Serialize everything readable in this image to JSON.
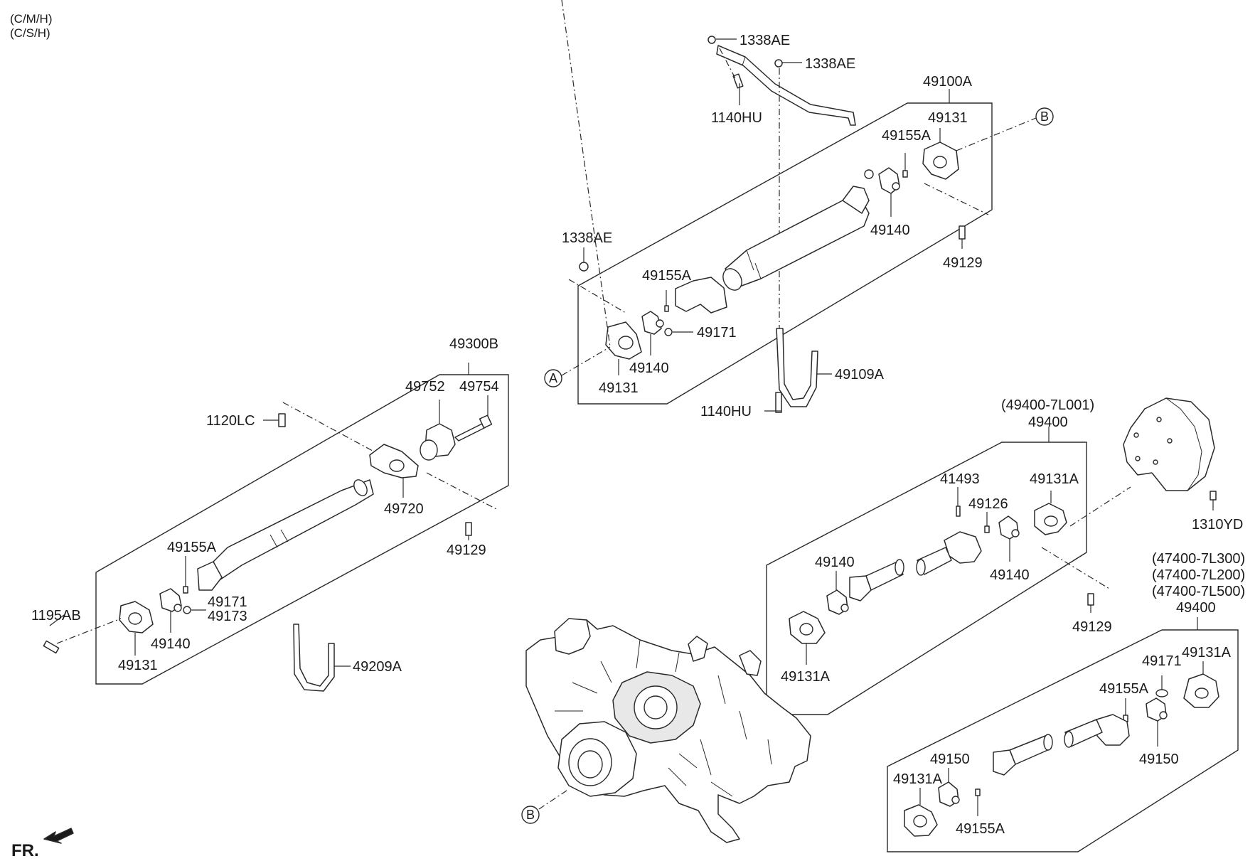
{
  "header": {
    "codes": [
      "(C/M/H)",
      "(C/S/H)"
    ]
  },
  "direction": {
    "label": "FR."
  },
  "callouts": {
    "a": "A",
    "b": "B"
  },
  "upper_shaft": {
    "assembly": "49100A",
    "bracket_nut_1": "1338AE",
    "bracket_nut_2": "1338AE",
    "bracket_bolt": "1140HU",
    "hanger": "49109A",
    "hanger_bolt": "1140HU",
    "nut_left": "1338AE",
    "grease_nipple_rear": "49155A",
    "grease_nipple_front": "49155A",
    "yoke_rear": "49131",
    "yoke_front": "49131",
    "spider_rear": "49140",
    "spider_front": "49140",
    "snap_ring": "49171",
    "bolt": "49129"
  },
  "left_shaft": {
    "assembly": "49300B",
    "bolt_1120": "1120LC",
    "flange": "49752",
    "flange_bolt": "49754",
    "center_bearing": "49720",
    "bolt_49129": "49129",
    "grease_nipple": "49155A",
    "snap_ring": "49171",
    "snap_ring_2": "49173",
    "spider": "49140",
    "yoke": "49131",
    "bolt_1195": "1195AB",
    "hanger": "49209A"
  },
  "right_shaft_1": {
    "alt_number": "(49400-7L001)",
    "assembly": "49400",
    "grease_nipple": "41493",
    "grease_nipple_2": "49126",
    "yoke_end": "49131A",
    "yoke_front": "49131A",
    "spider_left": "49140",
    "spider_right": "49140",
    "bolt": "49129",
    "diff_bolt": "1310YD"
  },
  "right_shaft_2": {
    "alt_numbers": [
      "(47400-7L300)",
      "(47400-7L200)",
      "(47400-7L500)"
    ],
    "assembly": "49400",
    "snap_ring": "49171",
    "yoke_end": "49131A",
    "grease_nipple_top": "49155A",
    "spider_right": "49150",
    "spider_left": "49150",
    "yoke_front": "49131A",
    "grease_nipple_bottom": "49155A"
  }
}
